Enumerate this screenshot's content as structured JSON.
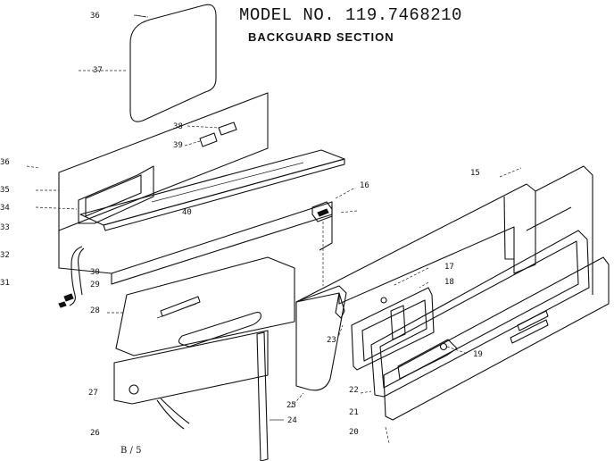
{
  "header": {
    "model": "MODEL NO. 119.7468210",
    "section": "BACKGUARD SECTION"
  },
  "footer": {
    "page": "B / 5"
  },
  "parts": {
    "p36a": "36",
    "p37": "37",
    "p38": "38",
    "p39": "39",
    "p36b": "36",
    "p35": "35",
    "p34": "34",
    "p33": "33",
    "p32": "32",
    "p31": "31",
    "p40": "40",
    "p30": "30",
    "p29": "29",
    "p28": "28",
    "p27": "27",
    "p26": "26",
    "p16": "16",
    "p15": "15",
    "p17": "17",
    "p18": "18",
    "p23": "23",
    "p19": "19",
    "p22": "22",
    "p25": "25",
    "p21": "21",
    "p24": "24",
    "p20": "20"
  }
}
